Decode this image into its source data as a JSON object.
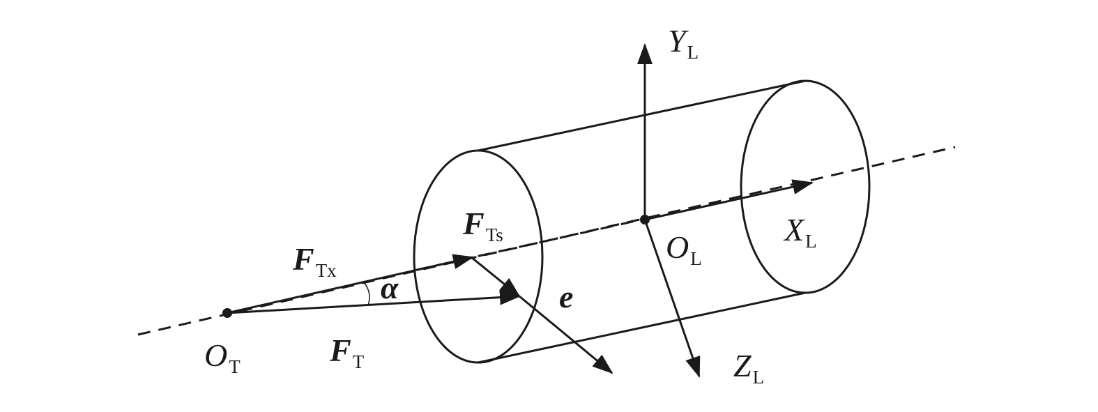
{
  "labels": {
    "y_axis": {
      "main": "Y",
      "sub": "L"
    },
    "x_axis": {
      "main": "X",
      "sub": "L"
    },
    "z_axis": {
      "main": "Z",
      "sub": "L"
    },
    "origin_l": {
      "main": "O",
      "sub": "L"
    },
    "origin_t": {
      "main": "O",
      "sub": "T"
    },
    "force_ts": {
      "main": "F",
      "sub": "Ts"
    },
    "force_tx": {
      "main": "F",
      "sub": "Tx"
    },
    "force_t": {
      "main": "F",
      "sub": "T"
    },
    "angle": "α",
    "eccentricity": "e"
  },
  "colors": {
    "ink": "#1a1a1a",
    "background": "#ffffff"
  }
}
